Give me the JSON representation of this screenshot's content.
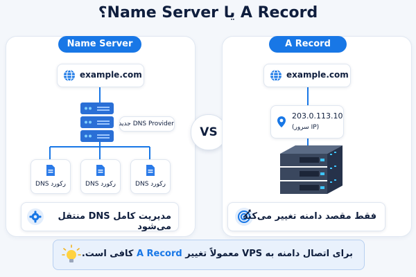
{
  "title": "A Record یا Name Server؟",
  "left": {
    "pill": "Name Server",
    "domain": "example.com",
    "provider": "DNS Provider جدید",
    "records": [
      "رکورد DNS",
      "رکورد DNS",
      "رکورد DNS"
    ],
    "footer": "مدیریت کامل DNS منتقل می‌شود"
  },
  "vs": "VS",
  "right": {
    "pill": "A Record",
    "domain": "example.com",
    "ip": "203.0.113.10",
    "ip_label": "(IP سرور)",
    "footer": "فقط مقصد دامنه تغییر می‌کند"
  },
  "tip": {
    "before": "برای اتصال دامنه به VPS معمولاً تغییر ",
    "highlight": "A Record",
    "after": " کافی است."
  },
  "colors": {
    "accent": "#1877e6",
    "dark": "#0f1e3d",
    "panel": "#ffffff"
  },
  "icons": [
    "globe-icon",
    "server-stack-icon",
    "document-icon",
    "location-pin-icon",
    "gear-icon",
    "target-icon",
    "lightbulb-icon"
  ]
}
